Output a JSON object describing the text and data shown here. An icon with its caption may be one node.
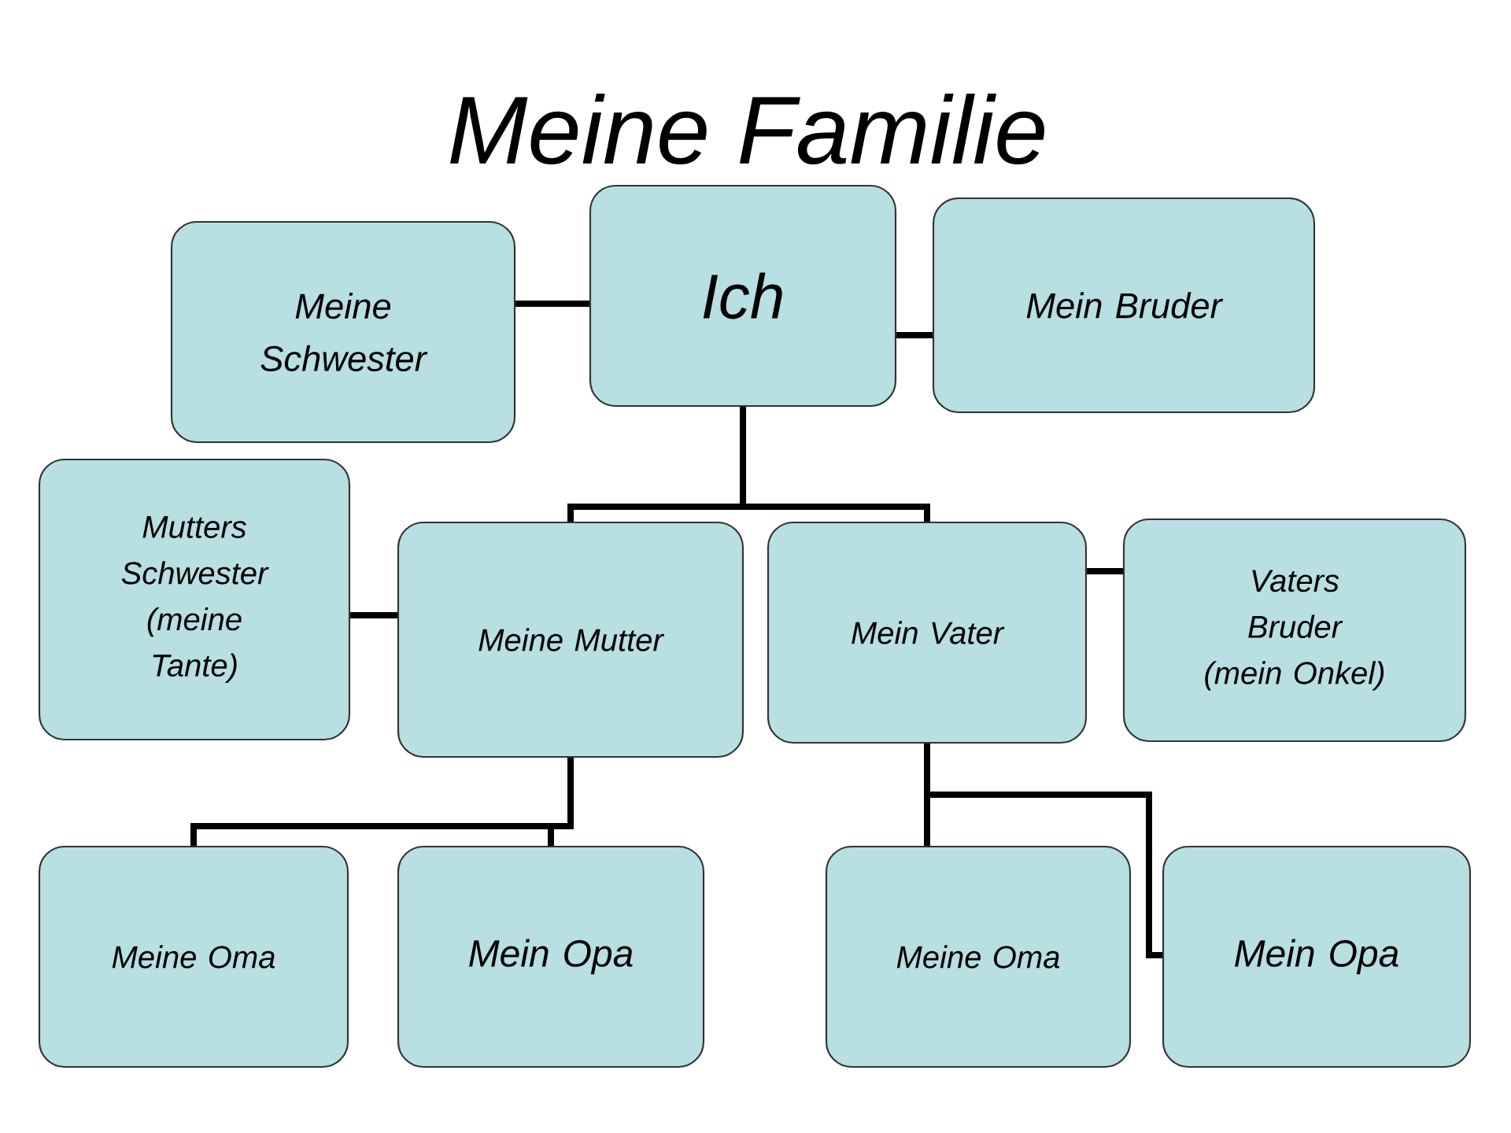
{
  "diagram": {
    "title": "Meine Familie",
    "nodes": [
      {
        "text": [
          "Ich"
        ]
      },
      {
        "text": [
          "Meine Schwester"
        ]
      },
      {
        "text": [
          "Mein Bruder"
        ]
      },
      {
        "text": [
          "Mutters Schwester (meine Tante)"
        ]
      },
      {
        "text": [
          "Meine Mutter"
        ]
      },
      {
        "text": [
          "Mein Vater"
        ]
      },
      {
        "text": [
          "Vaters Bruder (mein Onkel)"
        ]
      },
      {
        "text": [
          "Meine Oma"
        ]
      },
      {
        "text": [
          "Mein Opa"
        ]
      },
      {
        "text": [
          "Meine Oma"
        ]
      },
      {
        "text": [
          "Mein Opa"
        ]
      }
    ],
    "edges": [
      {
        "from": 1,
        "to": 0,
        "arrow": "none"
      },
      {
        "from": 0,
        "to": 2,
        "arrow": "none"
      },
      {
        "from": 0,
        "to": 4,
        "arrow": "none"
      },
      {
        "from": 0,
        "to": 5,
        "arrow": "none"
      },
      {
        "from": 3,
        "to": 4,
        "arrow": "none"
      },
      {
        "from": 5,
        "to": 6,
        "arrow": "none"
      },
      {
        "from": 4,
        "to": 7,
        "arrow": "none"
      },
      {
        "from": 4,
        "to": 8,
        "arrow": "none"
      },
      {
        "from": 5,
        "to": 9,
        "arrow": "none"
      },
      {
        "from": 5,
        "to": 10,
        "arrow": "none"
      }
    ]
  }
}
